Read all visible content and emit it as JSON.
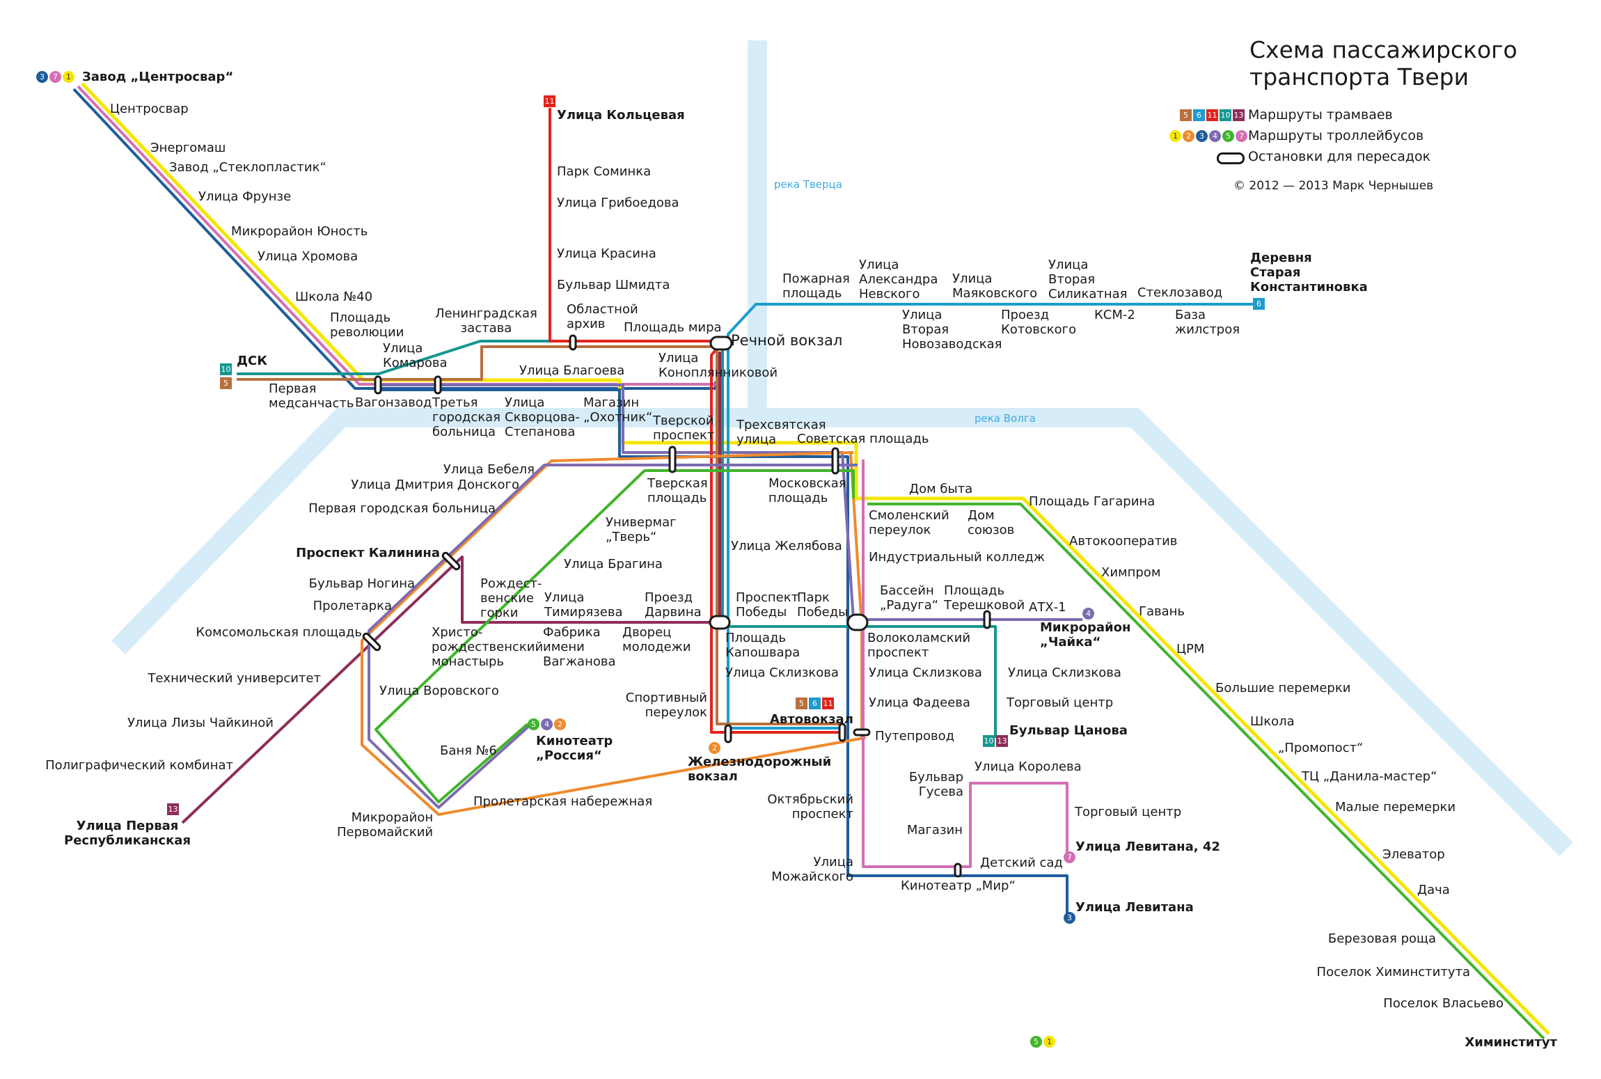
{
  "title": "Схема пассажирского\nтранспорта Твери",
  "legend": {
    "tram_label": "Маршруты трамваев",
    "trolley_label": "Маршруты троллейбусов",
    "transfer_label": "Остановки для пересадок",
    "copyright": "© 2012 — 2013 Марк Чернышев"
  },
  "rivers": {
    "tvertsa": "река Тверца",
    "volga": "река Волга"
  },
  "colors": {
    "tram_5": "#b8703e",
    "tram_6": "#1e9ccd",
    "tram_10": "#15978f",
    "tram_11": "#e3231b",
    "tram_13": "#8e2e5a",
    "trol_1": "#f5e600",
    "trol_2": "#ef8a2c",
    "trol_3": "#1f5d9c",
    "trol_4": "#7d6bb0",
    "trol_5": "#40b52b",
    "trol_7": "#d36fb4",
    "river": "#d6ecf8"
  },
  "route_badges": [
    {
      "kind": "trol",
      "routes": [
        "3",
        "7",
        "1"
      ],
      "terminal": "Завод „Центросвар“"
    },
    {
      "kind": "tram",
      "routes": [
        "11"
      ],
      "terminal": "Улица Кольцевая"
    },
    {
      "kind": "tram",
      "routes": [
        "10",
        "5"
      ],
      "terminal": "ДСК"
    },
    {
      "kind": "tram",
      "routes": [
        "6"
      ],
      "terminal": "Деревня Старая Константиновка"
    },
    {
      "kind": "tram",
      "routes": [
        "13"
      ],
      "terminal": "Улица Первая Республиканская"
    },
    {
      "kind": "trol",
      "routes": [
        "5",
        "4",
        "2"
      ],
      "terminal": "Кинотеатр „Россия“"
    },
    {
      "kind": "tram",
      "routes": [
        "5",
        "6",
        "11"
      ],
      "terminal": "Автовокзал"
    },
    {
      "kind": "trol",
      "routes": [
        "2"
      ],
      "terminal": "Железнодорожный вокзал"
    },
    {
      "kind": "trol",
      "routes": [
        "4"
      ],
      "terminal": "Микрорайон „Чайка“"
    },
    {
      "kind": "tram",
      "routes": [
        "10",
        "13"
      ],
      "terminal": "Бульвар Цанова"
    },
    {
      "kind": "trol",
      "routes": [
        "7"
      ],
      "terminal": "Улица Левитана, 42"
    },
    {
      "kind": "trol",
      "routes": [
        "3"
      ],
      "terminal": "Улица Левитана"
    },
    {
      "kind": "trol",
      "routes": [
        "5",
        "1"
      ],
      "terminal": "Химинститут"
    }
  ],
  "stops": {
    "zavod_centrosvar": "Завод „Центросвар“",
    "centrosvar": "Центросвар",
    "energomash": "Энергомаш",
    "steklo": "Завод „Стеклопластик“",
    "frunze": "Улица Фрунзе",
    "yunost": "Микрорайон Юность",
    "hromova": "Улица Хромова",
    "shkola40": "Школа №40",
    "pl_revol": "Площадь\nреволюции",
    "dsk": "ДСК",
    "medsanchast": "Первая\nмедсанчасть",
    "vagonzavod": "Вагонзавод",
    "komarova": "Улица\nКомарова",
    "leningr": "Ленинградская\nзастава",
    "tretya_bolnica": "Третья\nгородская\nбольница",
    "blagoeva": "Улица Благоева",
    "skvortsova": "Улица\nСкворцова-\nСтепанова",
    "ohotnik": "Магазин\n„Охотник“",
    "koltsevaya": "Улица Кольцевая",
    "somino": "Парк Соминка",
    "griboedova": "Улица Грибоедова",
    "krasina": "Улица Красина",
    "shmidta": "Бульвар Шмидта",
    "obl_arhiv": "Областной\nархив",
    "pl_mira": "Площадь мира",
    "konoplyan": "Улица\nКоноплянниковой",
    "rechnoi": "Речной вокзал",
    "pozharnaya": "Пожарная\nплощадь",
    "nevskogo": "Улица\nАлександра\nНевского",
    "novozavod": "Улица\nВторая\nНовозаводская",
    "mayakovskogo": "Улица\nМаяковского",
    "kotovskogo": "Проезд\nКотовского",
    "silikatnaya": "Улица\nВторая\nСиликатная",
    "ksm2": "КСМ-2",
    "steklozavod": "Стеклозавод",
    "baza": "База\nжилстроя",
    "st_konst": "Деревня\nСтарая\nКонстантиновка",
    "tversk_prosp": "Тверской\nпроспект",
    "trehsvyat": "Трехсвятская\nулица",
    "sovetskaya": "Советская площадь",
    "bebelya": "Улица Бебеля",
    "donskogo": "Улица Дмитрия Донского",
    "pervaya_bolnica": "Первая городская больница",
    "tverskaya_pl": "Тверская\nплощадь",
    "moskovskaya": "Московская\nплощадь",
    "dom_byta": "Дом быта",
    "gagarina": "Площадь Гагарина",
    "smolensky": "Смоленский\nпереулок",
    "dom_soyuzov": "Дом\nсоюзов",
    "avtokoop": "Автокооператив",
    "himprom": "Химпром",
    "gavan": "Гавань",
    "crm": "ЦРМ",
    "b_peremerki": "Большие перемерки",
    "shkola": "Школа",
    "promopost": "„Промопост“",
    "danila": "ТЦ „Данила-мастер“",
    "m_peremerki": "Малые перемерки",
    "elevator": "Элеватор",
    "dacha": "Дача",
    "berez": "Березовая роща",
    "pos_himinst": "Поселок Химинститута",
    "vlasevo": "Поселок Власьево",
    "himinst": "Химинститут",
    "prosp_kalinina": "Проспект Калинина",
    "univermag": "Универмаг\n„Тверь“",
    "bragina": "Улица Брагина",
    "zhelyabova": "Улица Желябова",
    "ind_college": "Индустриальный колледж",
    "nogina": "Бульвар Ногина",
    "proletarka": "Пролетарка",
    "komsomol": "Комсомольская площадь",
    "tehn_univ": "Технический университет",
    "chaikinoi": "Улица Лизы Чайкиной",
    "poligraf": "Полиграфический комбинат",
    "respublik": "Улица Первая\nРеспубликанская",
    "rozhd": "Рождест-\nвенские\nгорки",
    "timiryazeva": "Улица\nТимирязева",
    "darvina": "Проезд\nДарвина",
    "hristo": "Христо-\nрождественский\nмонастырь",
    "vagzhanova": "Фабрика\nимени\nВагжанова",
    "dvorec": "Дворец\nмолодежи",
    "vorovskogo": "Улица Воровского",
    "banya6": "Баня №6",
    "kino_rossiya": "Кинотеатр\n„Россия“",
    "proletar_nab": "Пролетарская набережная",
    "pervomaisky": "Микрорайон\nПервомайский",
    "prosp_pobedy": "Проспект\nПобеды",
    "park_pobedy": "Парк\nПобеды",
    "kaposhvara": "Площадь\nКапошвара",
    "sklizkova1": "Улица Склизкова",
    "sportivny": "Спортивный\nпереулок",
    "avtovokzal": "Автовокзал",
    "zhd_vokzal": "Железнодорожный\nвокзал",
    "volokolamsky": "Волоколамский\nпроспект",
    "sklizkova2": "Улица Склизкова",
    "fadeeva": "Улица Фадеева",
    "puteprovod": "Путепровод",
    "basseyn": "Бассейн\n„Радуга“",
    "tereshkovoy": "Площадь\nТерешковой",
    "atx1": "АТХ-1",
    "chaika": "Микрорайон\n„Чайка“",
    "sklizkova3": "Улица Склизкова",
    "torg_center1": "Торговый центр",
    "canova": "Бульвар Цанова",
    "oktyabrsky": "Октябрьский\nпроспект",
    "mozhaiskogo": "Улица\nМожайского",
    "kino_mir": "Кинотеатр „Мир“",
    "det_sad": "Детский сад",
    "levitana": "Улица Левитана",
    "gusev": "Бульвар\nГусева",
    "koroleva": "Улица Королева",
    "magazin": "Магазин",
    "torg_center2": "Торговый центр",
    "levitana42": "Улица Левитана, 42"
  }
}
